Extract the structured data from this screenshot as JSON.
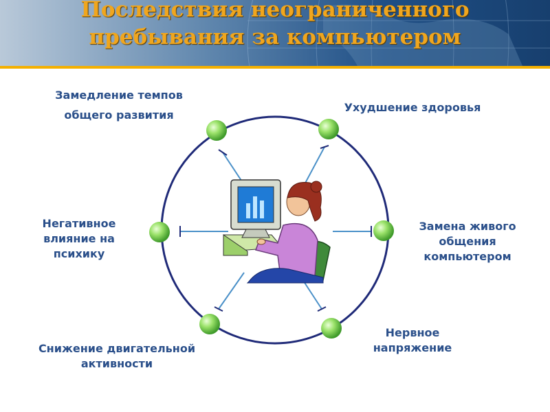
{
  "title": {
    "line1": "Последствия неограниченного",
    "line2": "пребывания за компьютером"
  },
  "nodes": {
    "top_left": {
      "line1": "Замедление темпов",
      "line2": "общего развития"
    },
    "top_right": {
      "line1": "Ухудшение здоровья"
    },
    "mid_left": {
      "line1": "Негативное",
      "line2": "влияние на",
      "line3": "психику"
    },
    "mid_right": {
      "line1": "Замена живого",
      "line2": "общения",
      "line3": "компьютером"
    },
    "bottom_left": {
      "line1": "Снижение двигательной",
      "line2": "активности"
    },
    "bottom_right": {
      "line1": "Нервное",
      "line2": "напряжение"
    }
  },
  "colors": {
    "label_text": "#2a4f8a",
    "title_text": "#f0a61e",
    "ring": "#1f2a78",
    "spoke": "#4a90c8",
    "node": "#7ad24a",
    "gold_rule": "#f4b000"
  },
  "icons": {
    "center": "woman-at-computer-icon",
    "node": "green-ball-icon"
  }
}
